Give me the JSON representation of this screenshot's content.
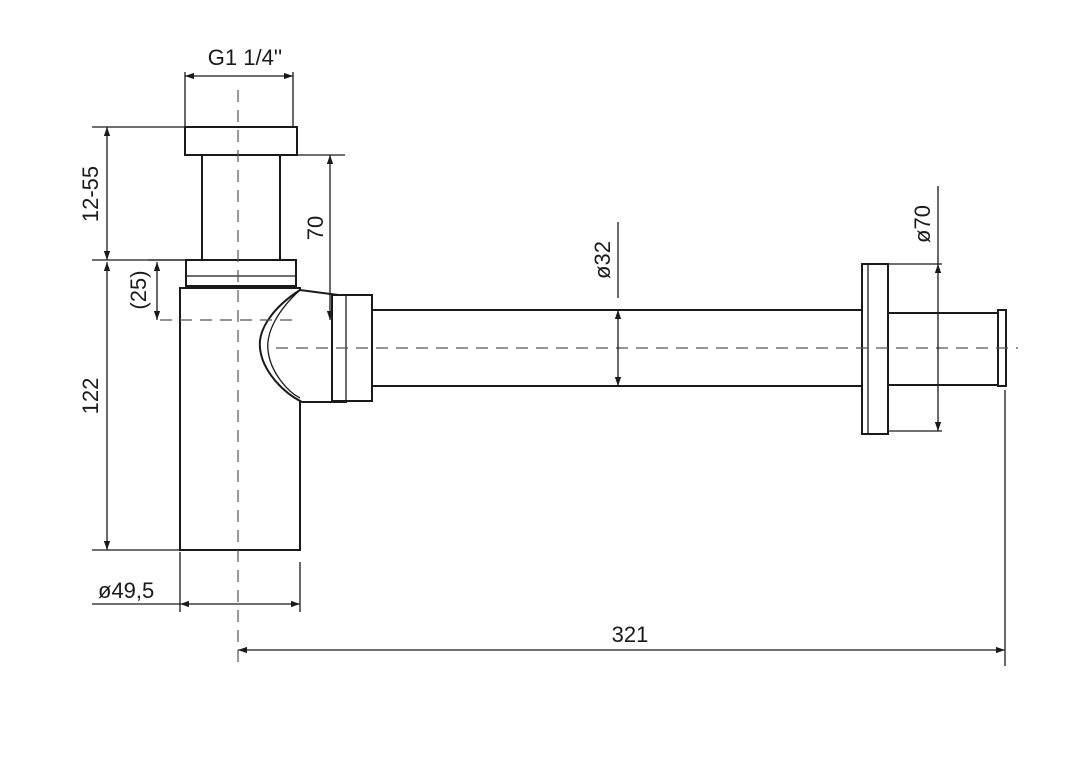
{
  "dimensions": {
    "thread": "G1 1/4''",
    "height_adjust": "12-55",
    "height_70": "70",
    "offset_25": "(25)",
    "height_122": "122",
    "body_diameter": "ø49,5",
    "pipe_diameter": "ø32",
    "flange_diameter": "ø70",
    "length": "321"
  },
  "colors": {
    "line": "#1a1a1a",
    "centerline": "#555555",
    "background": "#ffffff"
  }
}
